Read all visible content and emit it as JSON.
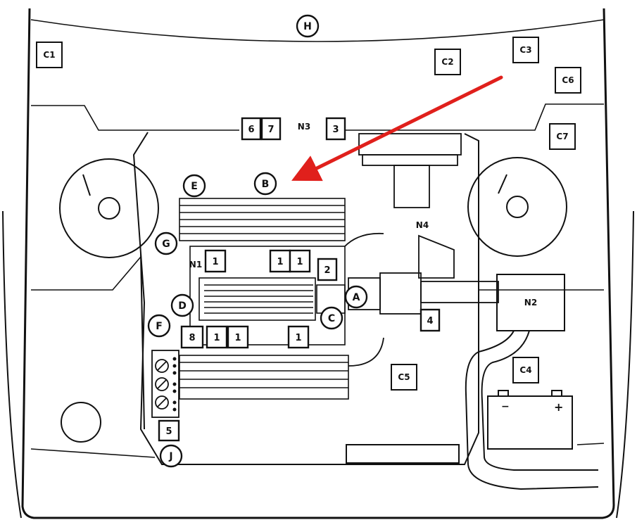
{
  "callouts": {
    "H": "H",
    "E": "E",
    "B": "B",
    "G": "G",
    "D": "D",
    "F": "F",
    "A": "A",
    "C": "C",
    "J": "J"
  },
  "zones": {
    "C1": "C1",
    "C2": "C2",
    "C3": "C3",
    "C4": "C4",
    "C5": "C5",
    "C6": "C6",
    "C7": "C7",
    "N2": "N2"
  },
  "plain_labels": {
    "N1": "N1",
    "N3": "N3",
    "N4": "N4"
  },
  "numbered": {
    "n6": "6",
    "n7": "7",
    "n3": "3",
    "n1a": "1",
    "n1b": "1",
    "n1c": "1",
    "n2": "2",
    "n8": "8",
    "n1d": "1",
    "n1e": "1",
    "n1f": "1",
    "n4": "4",
    "n5": "5"
  },
  "battery": {
    "minus": "−",
    "plus": "+"
  },
  "colors": {
    "arrow": "#e0201c",
    "ink": "#111111",
    "paper": "#ffffff"
  }
}
